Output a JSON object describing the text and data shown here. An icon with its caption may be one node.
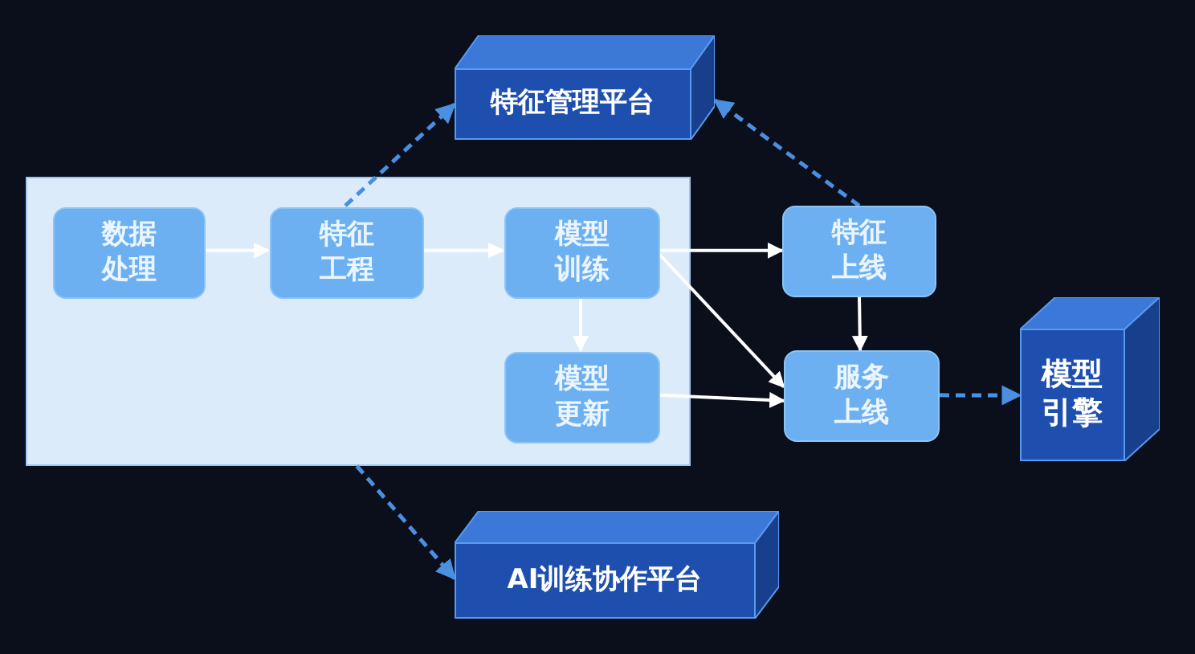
{
  "diagram": {
    "nodes": [
      {
        "text": [],
        "shape": "box"
      },
      {
        "text": [
          "数据处理"
        ],
        "in": 0
      },
      {
        "text": [
          "特征工程"
        ],
        "in": 0
      },
      {
        "text": [
          "模型训练"
        ],
        "in": 0
      },
      {
        "text": [
          "模型更新"
        ],
        "in": 0
      },
      {
        "text": [
          "特征上线"
        ]
      },
      {
        "text": [
          "服务上线"
        ]
      },
      {
        "text": [
          "模型引擎"
        ]
      },
      {
        "text": [
          "特征管理平台"
        ]
      },
      {
        "text": [
          "AI训练协作平台"
        ]
      }
    ],
    "edges": [
      {
        "from": 1,
        "to": 2,
        "arrow": "to"
      },
      {
        "from": 2,
        "to": 3,
        "arrow": "to"
      },
      {
        "from": 3,
        "to": 4,
        "arrow": "to"
      },
      {
        "from": 3,
        "to": 5,
        "arrow": "to"
      },
      {
        "from": 3,
        "to": 6,
        "arrow": "to"
      },
      {
        "from": 4,
        "to": 6,
        "arrow": "to"
      },
      {
        "from": 5,
        "to": 6,
        "arrow": "to"
      },
      {
        "from": 6,
        "to": 7,
        "arrow": "to",
        "style": "dashed",
        "color": "#4a8fe0"
      },
      {
        "from": 2,
        "to": 8,
        "arrow": "to",
        "style": "dashed",
        "color": "#4a8fe0"
      },
      {
        "from": 5,
        "to": 8,
        "arrow": "to",
        "style": "dashed",
        "color": "#4a8fe0"
      },
      {
        "from": 0,
        "to": 9,
        "arrow": "to",
        "style": "dashed",
        "color": "#4a8fe0"
      }
    ]
  }
}
